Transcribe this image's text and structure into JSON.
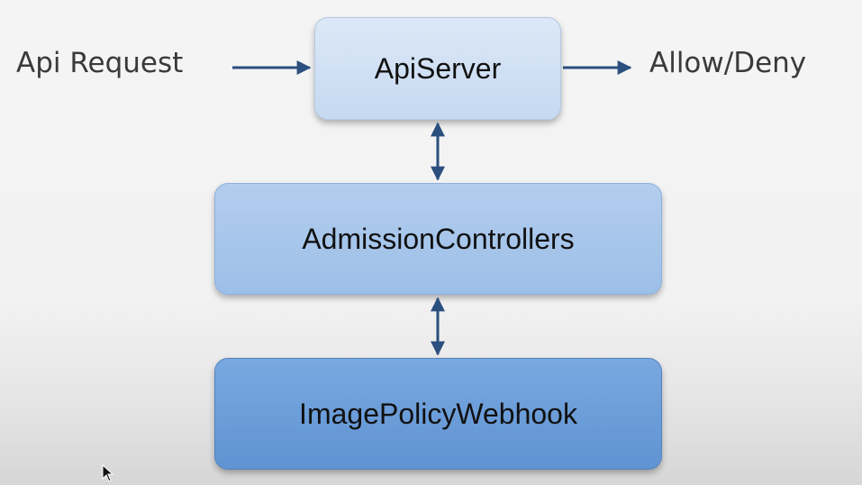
{
  "diagram": {
    "input_label": "Api Request",
    "output_label": "Allow/Deny",
    "nodes": {
      "apiserver": "ApiServer",
      "admission": "AdmissionControllers",
      "webhook": "ImagePolicyWebhook"
    }
  },
  "colors": {
    "arrow": "#2b4f7e",
    "text": "#111111",
    "label_text": "#3a3a3a",
    "apiserver_fill": "#c6d9f1",
    "admission_fill": "#9cbfe8",
    "webhook_fill": "#5f93d2"
  }
}
